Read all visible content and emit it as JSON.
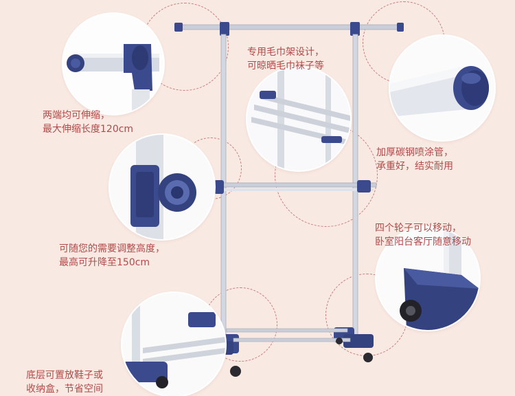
{
  "captions": {
    "extend": {
      "line1": "两端均可伸缩，",
      "line2": "最大伸缩长度120cm"
    },
    "towel": {
      "line1": "专用毛巾架设计，",
      "line2": "可晾晒毛巾袜子等"
    },
    "tube": {
      "line1": "加厚碳钢喷涂管，",
      "line2": "承重好，结实耐用"
    },
    "height": {
      "line1": "可随您的需要调整高度，",
      "line2": "最高可升降至150cm"
    },
    "wheels": {
      "line1": "四个轮子可以移动，",
      "line2": "卧室阳台客厅随意移动"
    },
    "shoes": {
      "line1": "底层可置放鞋子或",
      "line2": "收纳盒，节省空间"
    }
  },
  "colors": {
    "background": "#f8e9e2",
    "caption_text": "#b24a4a",
    "dashed_ring": "#c97a7a",
    "rack_navy": "#3b4a8c",
    "rack_steel": "#c9ced8"
  }
}
